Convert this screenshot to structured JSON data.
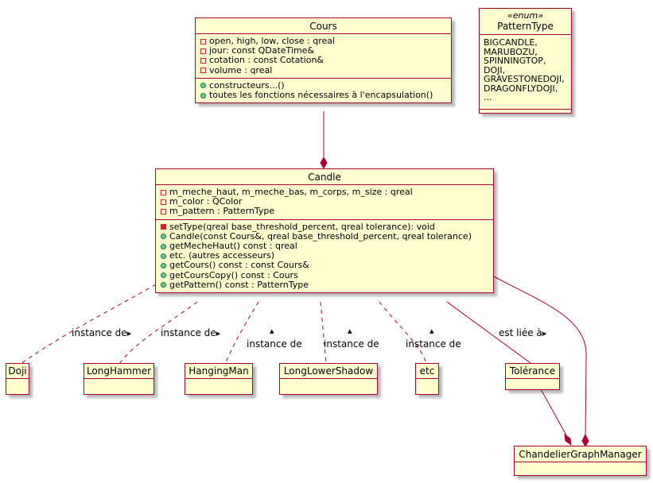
{
  "classes": {
    "cours": {
      "name": "Cours",
      "attributes": [
        "open, high, low, close : qreal",
        "jour: const QDateTime&",
        "cotation : const Cotation&",
        "volume : qreal"
      ],
      "methods": [
        "constructeurs...()",
        "toutes les fonctions nécessaires à l'encapsulation()"
      ]
    },
    "pattern_type": {
      "stereotype": "«enum»",
      "name": "PatternType",
      "literals": [
        "BIGCANDLE,",
        "MARUBOZU,",
        "SPINNINGTOP,",
        "DOJI,",
        "GRAVESTONEDOJI,",
        "DRAGONFLYDOJI,",
        "..."
      ]
    },
    "candle": {
      "name": "Candle",
      "attributes": [
        "m_meche_haut, m_meche_bas, m_corps, m_size : qreal",
        "m_color : QColor",
        "m_pattern : PatternType"
      ],
      "methods": [
        "setType(qreal base_threshold_percent, qreal tolerance): void",
        "Candle(const Cours&, qreal base_threshold_percent, qreal tolerance)",
        "getMecheHaut() const : qreal",
        "etc. (autres accesseurs)",
        "getCours() const : const Cours&",
        "getCoursCopy() const : Cours",
        "getPattern() const : PatternType"
      ]
    },
    "doji": {
      "name": "Doji"
    },
    "long_hammer": {
      "name": "LongHammer"
    },
    "hanging_man": {
      "name": "HangingMan"
    },
    "long_lower_shadow": {
      "name": "LongLowerShadow"
    },
    "etc": {
      "name": "etc"
    },
    "tolerance": {
      "name": "Tolérance"
    },
    "graph_manager": {
      "name": "ChandelierGraphManager"
    }
  },
  "labels": {
    "instance_of": "instance de",
    "linked_to": "est liée à",
    "arrow_right": "▸",
    "arrow_up": "▴"
  },
  "colors": {
    "border": "#a80036",
    "fill": "#fefece",
    "private": "#c82930",
    "public": "#84be84"
  }
}
